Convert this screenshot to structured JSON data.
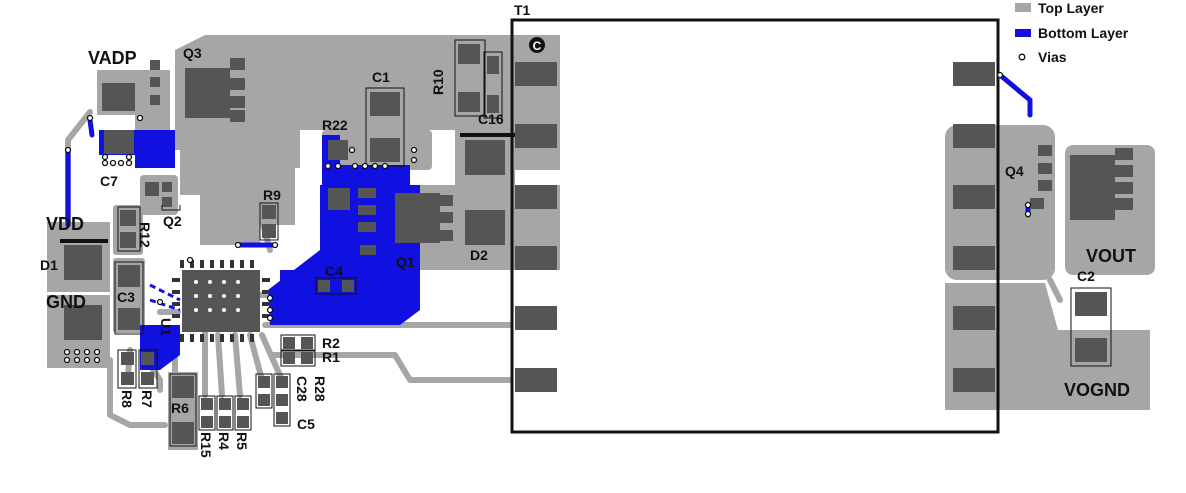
{
  "colors": {
    "top_layer": "#a6a6a6",
    "bottom_layer": "#1010e0",
    "pad": "#555555",
    "outline": "#111111",
    "background": "#ffffff"
  },
  "legend": {
    "top_layer": "Top Layer",
    "bottom_layer": "Bottom Layer",
    "vias": "Vias"
  },
  "labels": {
    "t1": "T1",
    "vadp": "VADP",
    "q3": "Q3",
    "c1": "C1",
    "r10": "R10",
    "c16": "C16",
    "r22": "R22",
    "c7": "C7",
    "r9": "R9",
    "q2": "Q2",
    "vdd": "VDD",
    "r12": "R12",
    "d1": "D1",
    "c3": "C3",
    "gnd": "GND",
    "u1": "U1",
    "c4": "C4",
    "q1": "Q1",
    "d2": "D2",
    "r2": "R2",
    "r1": "R1",
    "r8": "R8",
    "r7": "R7",
    "r6": "R6",
    "r15": "R15",
    "r4": "R4",
    "r5": "R5",
    "c28": "C28",
    "r28": "R28",
    "c5": "C5",
    "q4": "Q4",
    "vout": "VOUT",
    "c2": "C2",
    "vognd": "VOGND",
    "pin1_marker": "C"
  }
}
